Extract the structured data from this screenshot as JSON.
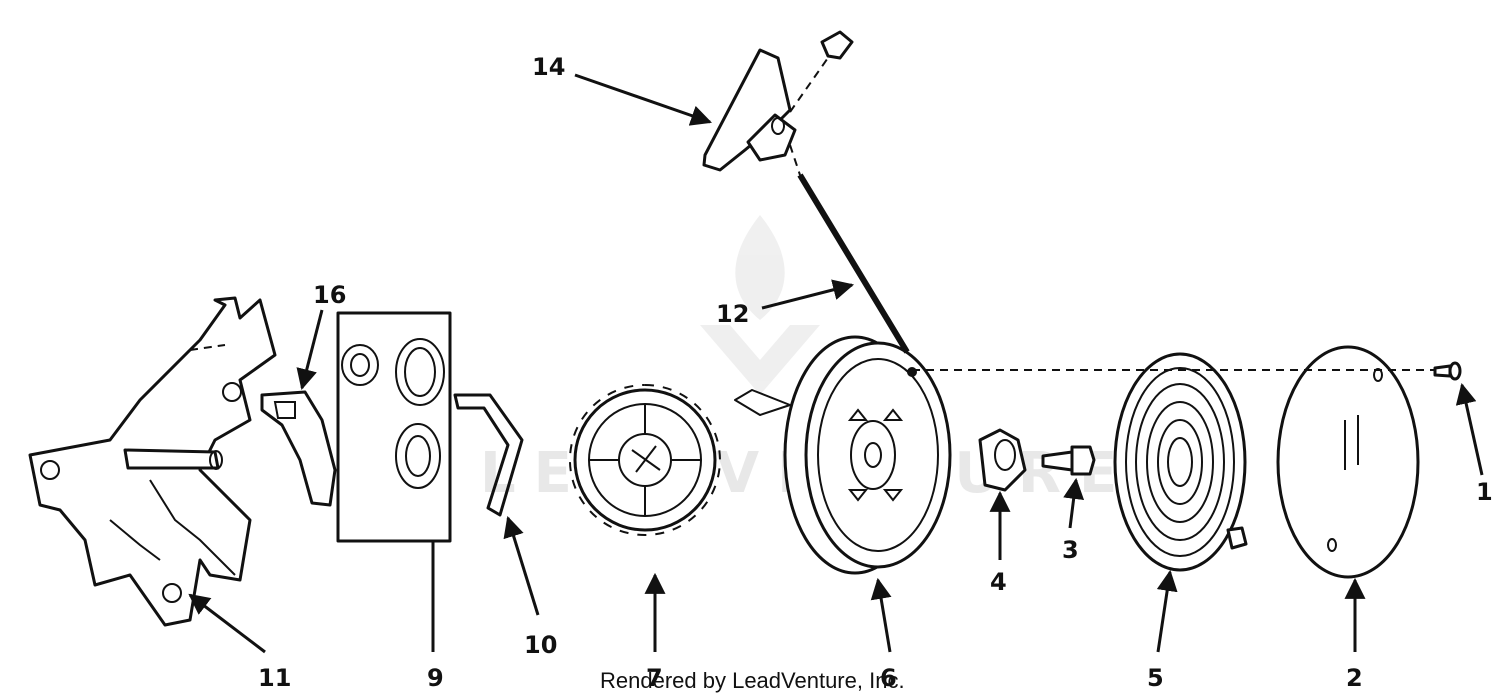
{
  "watermark": {
    "text": "LEADVENTURE"
  },
  "credit": "Rendered by LeadVenture, Inc.",
  "callouts": [
    {
      "id": "1",
      "text": "1"
    },
    {
      "id": "2",
      "text": "2"
    },
    {
      "id": "3",
      "text": "3"
    },
    {
      "id": "4",
      "text": "4"
    },
    {
      "id": "5",
      "text": "5"
    },
    {
      "id": "6",
      "text": "6"
    },
    {
      "id": "7",
      "text": "7"
    },
    {
      "id": "9",
      "text": "9"
    },
    {
      "id": "10",
      "text": "10"
    },
    {
      "id": "11",
      "text": "11"
    },
    {
      "id": "12",
      "text": "12"
    },
    {
      "id": "14",
      "text": "14"
    },
    {
      "id": "16",
      "text": "16"
    }
  ],
  "colors": {
    "ink": "#111111",
    "watermark": "#e8e8e8",
    "background": "#ffffff"
  }
}
